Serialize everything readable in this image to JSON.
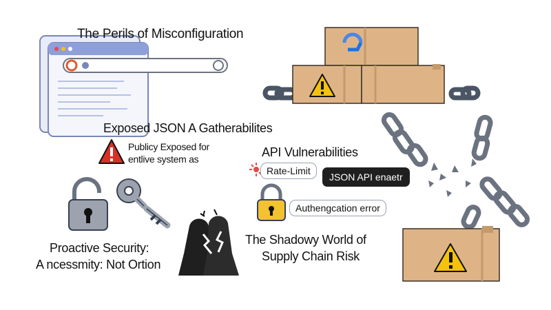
{
  "headings": {
    "misconfig": "The Perils of Misconfiguration",
    "exposed_json": "Exposed JSON A Gatherabilites",
    "api_vuln": "API Vulnerabilities",
    "proactive_line1": "Proactive Security:",
    "proactive_line2": "A ncessmity: Not Ortion",
    "shadowy_line1": "The Shadowy World of",
    "shadowy_line2": "Supply Chain Risk"
  },
  "warning_text": {
    "line1": "Publicy Exposed for",
    "line2": "entlive system as"
  },
  "bubbles": {
    "rate_limit": "Rate-Limit",
    "json_api": "JSON API enaetr",
    "auth_error": "Authengcation error"
  },
  "colors": {
    "window_blue": "#8f9fd8",
    "box_tan": "#deb487",
    "warning_yellow": "#f4c20d",
    "alert_red": "#d93025",
    "chain_gray": "#6b7280",
    "lock_gold": "#f2c230"
  }
}
